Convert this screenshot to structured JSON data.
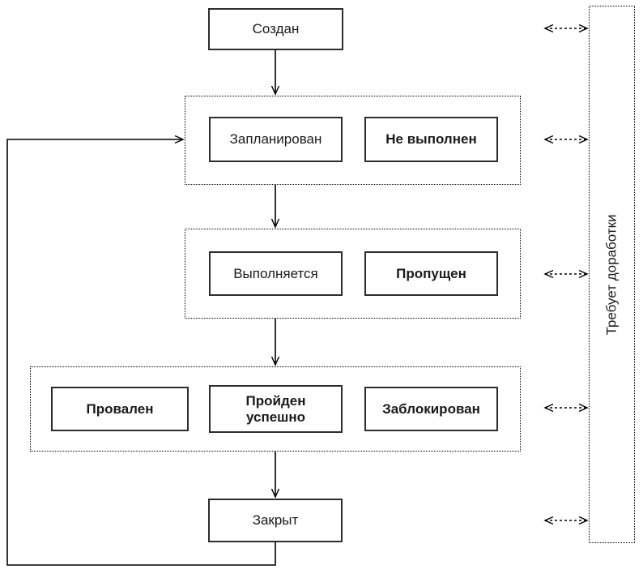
{
  "flowchart": {
    "start_node": {
      "label": "Создан"
    },
    "stages": [
      {
        "nodes": [
          {
            "label": "Запланирован",
            "bold": false
          },
          {
            "label": "Не выполнен",
            "bold": true
          }
        ]
      },
      {
        "nodes": [
          {
            "label": "Выполняется",
            "bold": false
          },
          {
            "label": "Пропущен",
            "bold": true
          }
        ]
      },
      {
        "nodes": [
          {
            "label": "Провален",
            "bold": true
          },
          {
            "label": "Пройден\nуспешно",
            "bold": true
          },
          {
            "label": "Заблокирован",
            "bold": true
          }
        ]
      }
    ],
    "end_node": {
      "label": "Закрыт"
    },
    "side_panel": {
      "label": "Требует доработки"
    },
    "colors": {
      "line": "#000000",
      "box_border": "#2d2d2d",
      "background": "#ffffff"
    }
  }
}
